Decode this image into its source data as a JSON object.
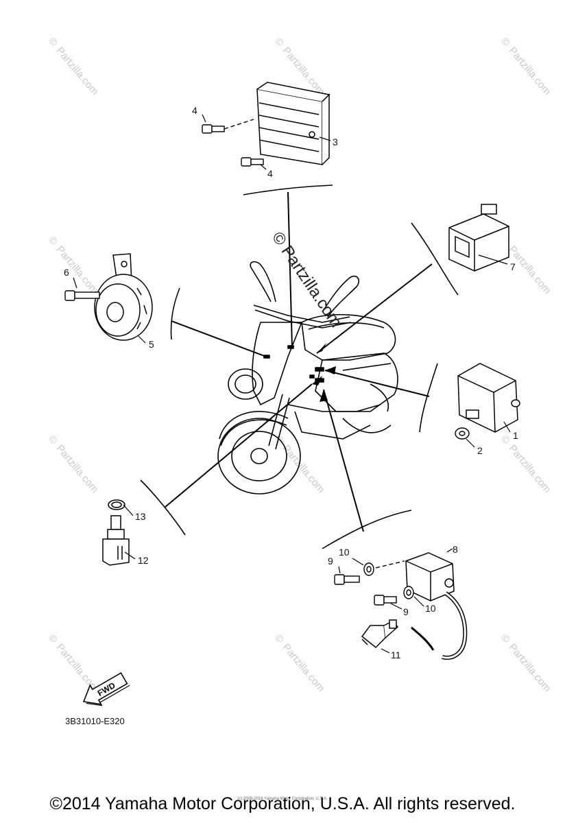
{
  "diagram": {
    "callouts": {
      "c1": "1",
      "c2": "2",
      "c3": "3",
      "c4a": "4",
      "c4b": "4",
      "c5": "5",
      "c6": "6",
      "c7": "7",
      "c8": "8",
      "c9a": "9",
      "c9b": "9",
      "c10a": "10",
      "c10b": "10",
      "c11": "11",
      "c12": "12",
      "c13": "13"
    },
    "fwd_label": "FWD",
    "diagram_code": "3B31010-E320",
    "center_watermark": "© Partzilla.com",
    "watermark_text": "Partzilla.com",
    "watermark_symbol": "©"
  },
  "footer": {
    "copyright": "©2014 Yamaha Motor Corporation, U.S.A. All rights reserved.",
    "fine_print": "(c) 2005-2016 Yamaha Motor Corporation, U.S.A."
  },
  "colors": {
    "line": "#000000",
    "watermark": "#c9c9c9"
  }
}
